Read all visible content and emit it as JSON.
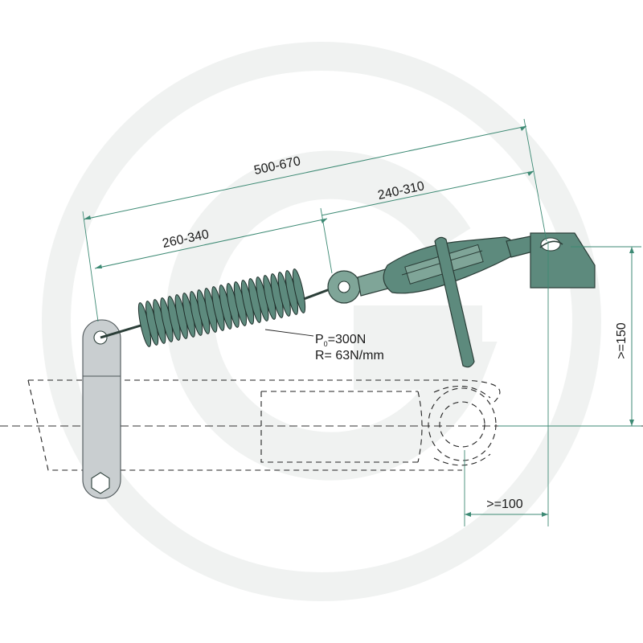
{
  "dimensions": {
    "overall_length": "500-670",
    "turnbuckle_length": "240-310",
    "spring_length": "260-340",
    "height_min": ">=150",
    "offset_min": ">=100"
  },
  "spring_spec": {
    "preload_symbol": "P",
    "preload_subscript": "0",
    "preload_value": "=300N",
    "rate": "R= 63N/mm"
  },
  "colors": {
    "part_green": "#5d8a7d",
    "dimension_green": "#3d8a74",
    "bar_grey": "#c9ced0",
    "watermark": "#eef0ef"
  },
  "watermark": "G"
}
